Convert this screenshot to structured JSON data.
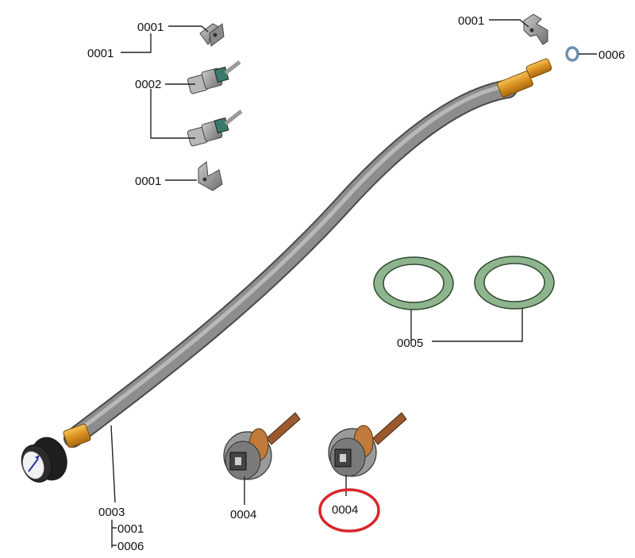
{
  "diagram": {
    "part_labels": {
      "bracket_top_left": "0001",
      "bracket_top_left_alt": "0001",
      "sensor": "0002",
      "bracket_mid": "0001",
      "bracket_top_right": "0001",
      "oring": "0006",
      "gaskets": "0005",
      "hose": "0003",
      "hose_sub_1": "0001",
      "hose_sub_2": "0006",
      "valve_left": "0004",
      "valve_right_highlighted": "0004"
    },
    "colors": {
      "hose": "#8a8a8a",
      "hose_dark": "#5c5c5c",
      "brass": "#e2a230",
      "gasket": "#8fb58f",
      "valve_stem": "#9a5a2e",
      "highlight": "#d8262b"
    }
  }
}
